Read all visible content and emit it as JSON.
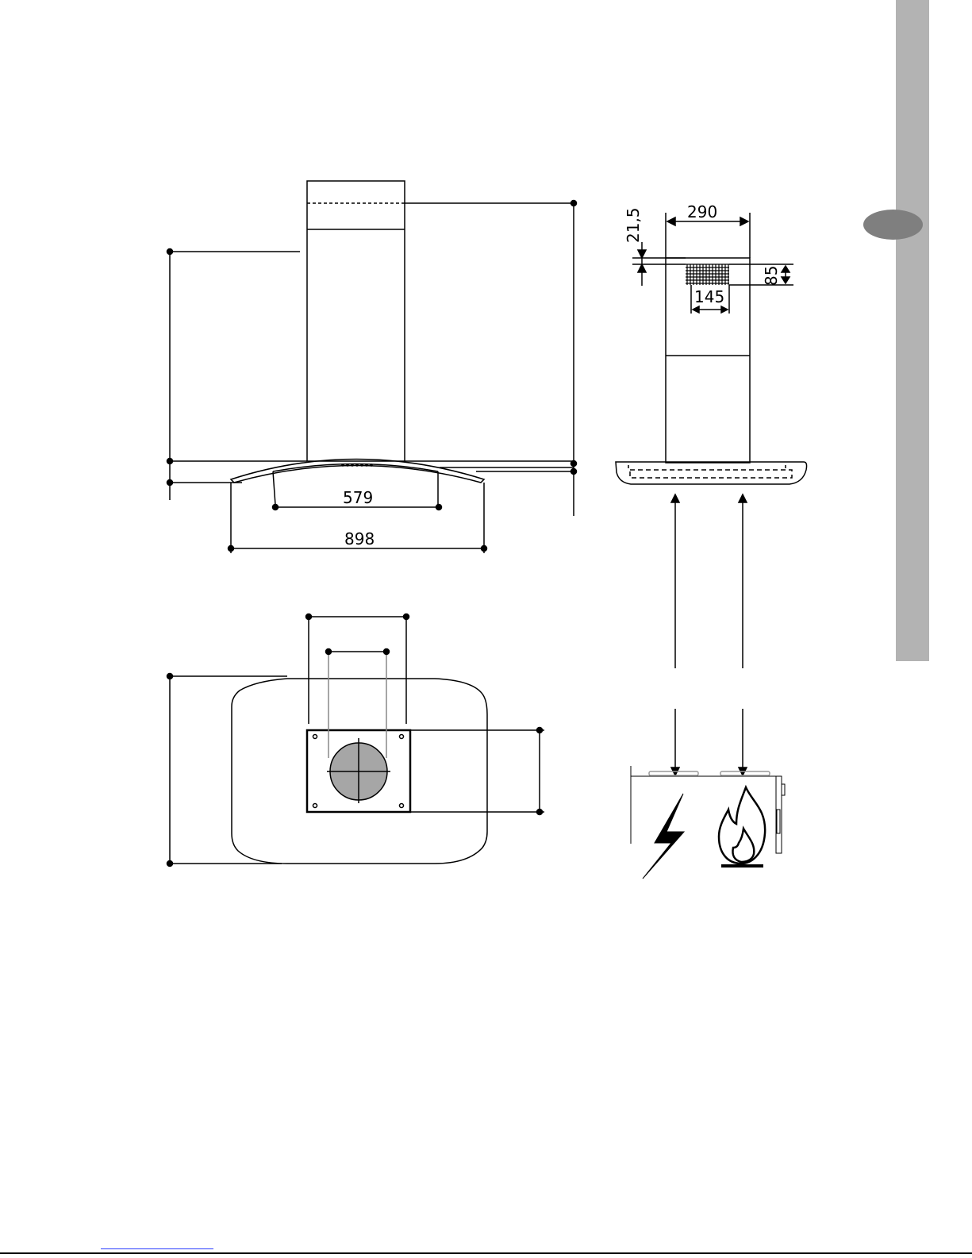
{
  "dimensions": {
    "width_579": "579",
    "width_898": "898",
    "chimney_width": "290",
    "offset_21_5": "21,5",
    "outlet_height": "85",
    "outlet_width": "145"
  },
  "colors": {
    "sidebar": "#b3b3b3",
    "marker": "#7f7f7f",
    "fan_circle": "#a6a6a6",
    "footer_link": "#2a3cff"
  },
  "icons": [
    "electricity-icon",
    "gas-flame-icon"
  ]
}
